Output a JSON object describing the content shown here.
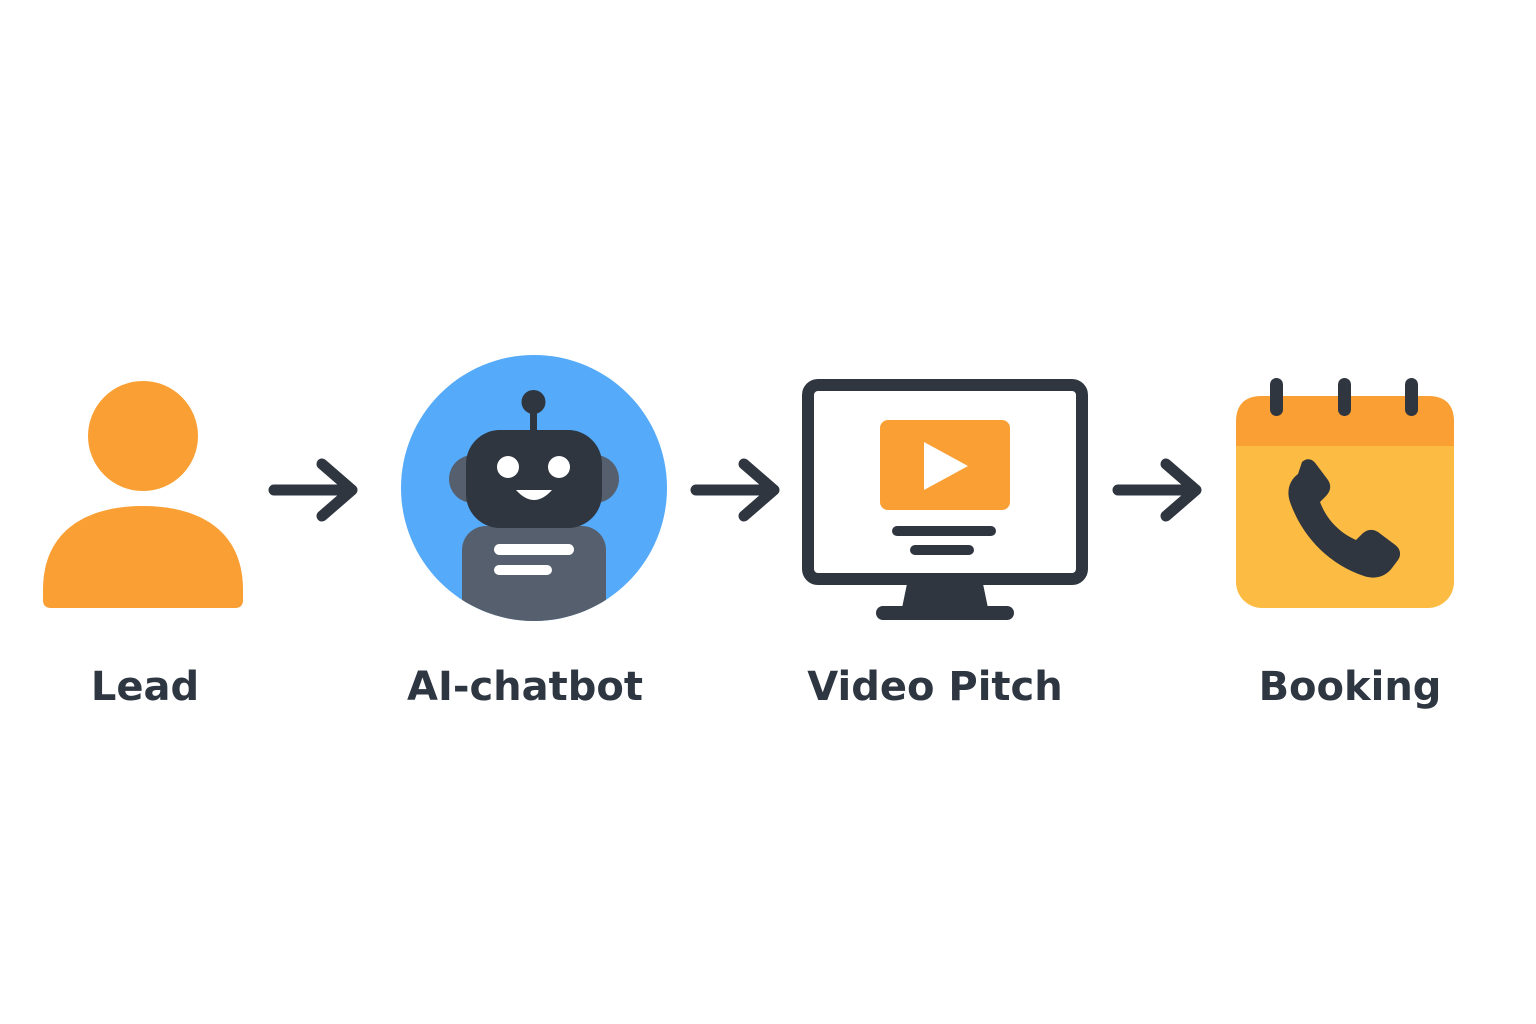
{
  "colors": {
    "orange": "#f99f33",
    "orange_dark": "#f8992c",
    "yellow": "#fcbb42",
    "blue": "#55aaf9",
    "dark": "#2f3640",
    "slate": "#555f6d",
    "white": "#ffffff"
  },
  "steps": [
    {
      "label": "Lead",
      "icon": "person-icon"
    },
    {
      "label": "AI-chatbot",
      "icon": "robot-icon"
    },
    {
      "label": "Video Pitch",
      "icon": "monitor-play-icon"
    },
    {
      "label": "Booking",
      "icon": "calendar-phone-icon"
    }
  ],
  "connectors": [
    "arrow-right-icon",
    "arrow-right-icon",
    "arrow-right-icon"
  ]
}
